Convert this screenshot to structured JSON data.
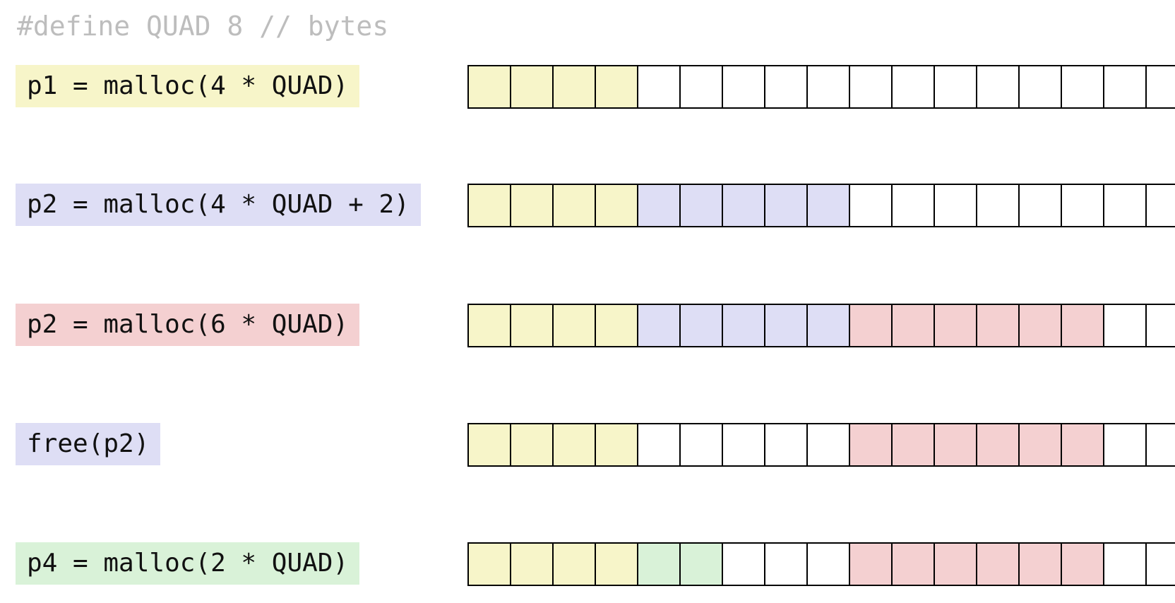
{
  "header": {
    "text": "#define QUAD 8 // bytes"
  },
  "colors": {
    "free": "#ffffff",
    "yellow": "#f7f5c9",
    "blue": "#dedef5",
    "red": "#f4d0d1",
    "green": "#d9f2d8",
    "border": "#000000",
    "header_text": "#bdbdbd"
  },
  "block_count": 17,
  "rows": [
    {
      "label": "p1 = malloc(4 * QUAD)",
      "label_color": "yellow",
      "cells": [
        "yellow",
        "yellow",
        "yellow",
        "yellow",
        "free",
        "free",
        "free",
        "free",
        "free",
        "free",
        "free",
        "free",
        "free",
        "free",
        "free",
        "free",
        "free"
      ]
    },
    {
      "label": "p2 = malloc(4 * QUAD + 2)",
      "label_color": "blue",
      "cells": [
        "yellow",
        "yellow",
        "yellow",
        "yellow",
        "blue",
        "blue",
        "blue",
        "blue",
        "blue",
        "free",
        "free",
        "free",
        "free",
        "free",
        "free",
        "free",
        "free"
      ]
    },
    {
      "label": "p2 = malloc(6 * QUAD)",
      "label_color": "red",
      "cells": [
        "yellow",
        "yellow",
        "yellow",
        "yellow",
        "blue",
        "blue",
        "blue",
        "blue",
        "blue",
        "red",
        "red",
        "red",
        "red",
        "red",
        "red",
        "free",
        "free"
      ]
    },
    {
      "label": "free(p2)",
      "label_color": "blue",
      "cells": [
        "yellow",
        "yellow",
        "yellow",
        "yellow",
        "free",
        "free",
        "free",
        "free",
        "free",
        "red",
        "red",
        "red",
        "red",
        "red",
        "red",
        "free",
        "free"
      ]
    },
    {
      "label": "p4 = malloc(2 * QUAD)",
      "label_color": "green",
      "cells": [
        "yellow",
        "yellow",
        "yellow",
        "yellow",
        "green",
        "green",
        "free",
        "free",
        "free",
        "red",
        "red",
        "red",
        "red",
        "red",
        "red",
        "free",
        "free"
      ]
    }
  ]
}
